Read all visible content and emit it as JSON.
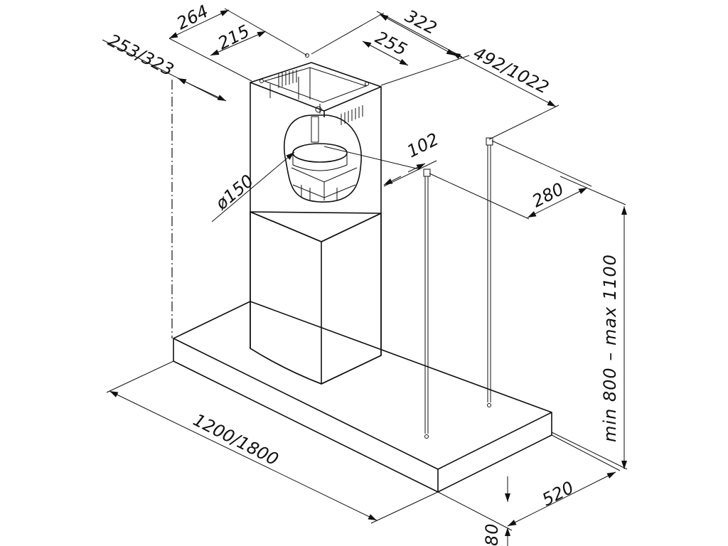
{
  "diagram": {
    "labels": {
      "w264": "264",
      "w215": "215",
      "w253": "253/323",
      "w322": "322",
      "w255": "255",
      "w492": "492/1022",
      "d150": "ø150",
      "d102": "102",
      "d280": "280",
      "h800": "min 800  –  max 1100",
      "w1200": "1200/1800",
      "d520": "520",
      "h80": "80"
    }
  }
}
